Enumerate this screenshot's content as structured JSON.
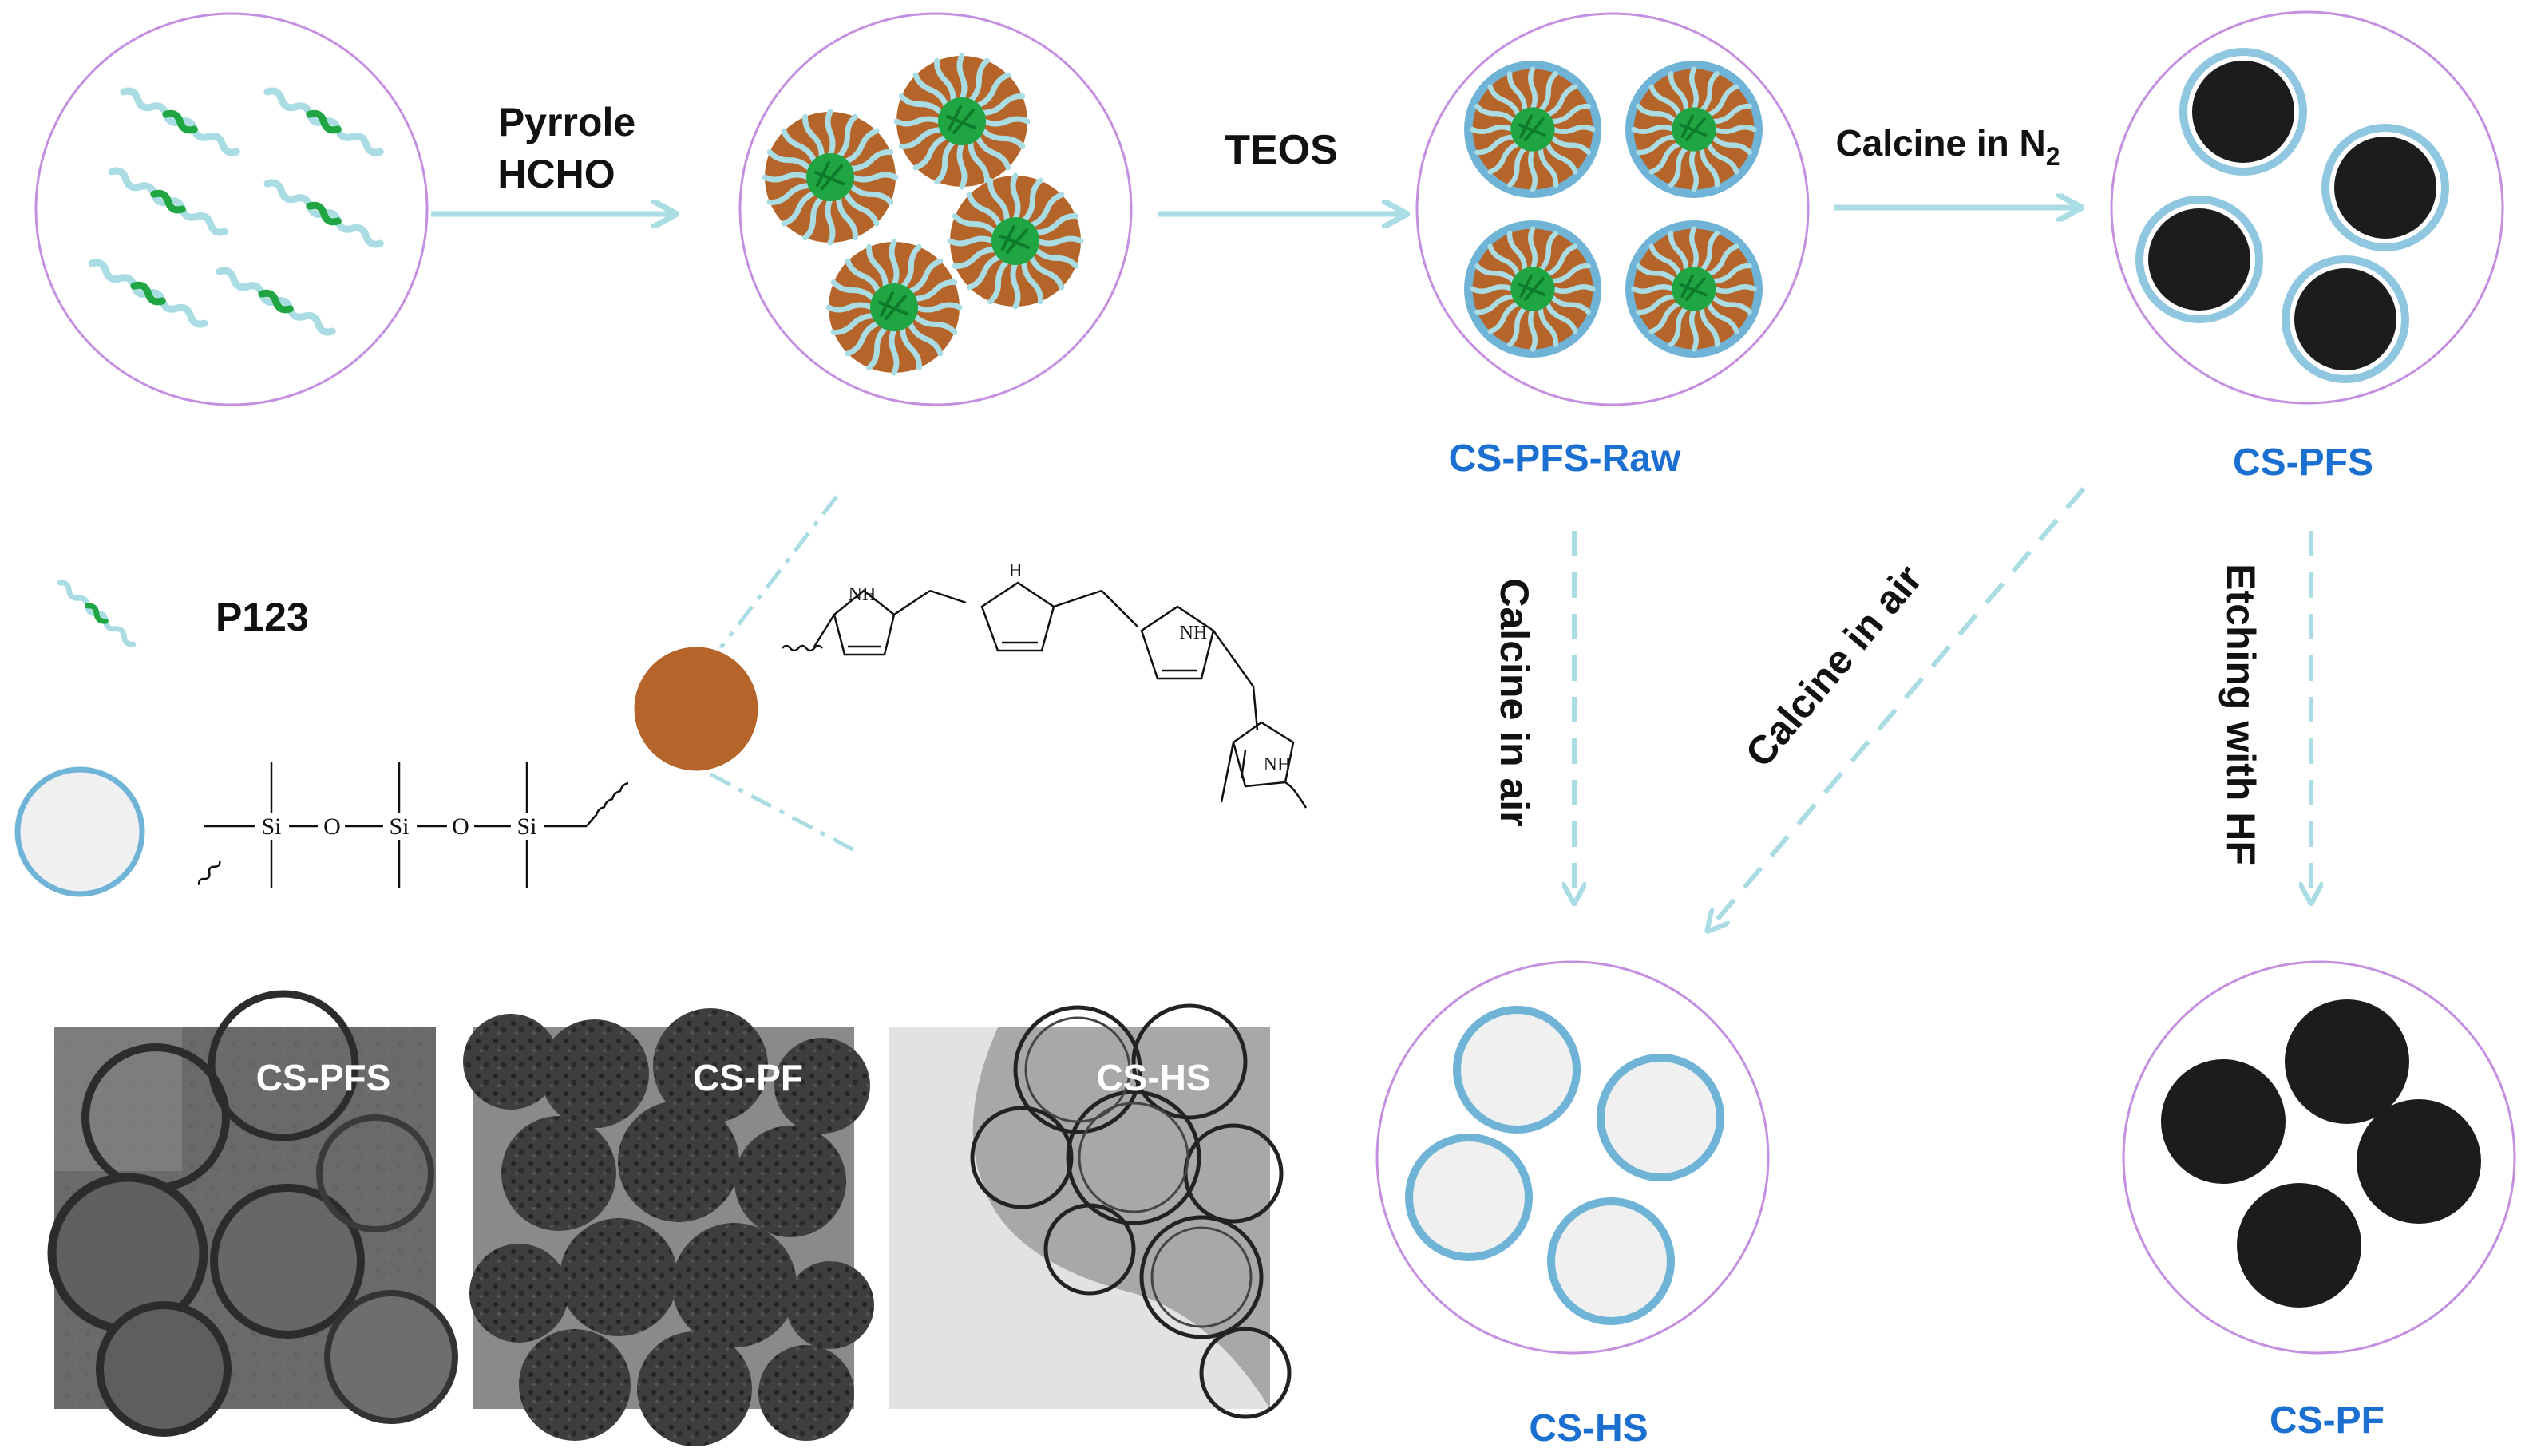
{
  "steps": {
    "step1_line1": "Pyrrole",
    "step1_line2": "HCHO",
    "step2": "TEOS",
    "step3": "Calcine in N",
    "step3_sub": "2",
    "calcine_air_vertical": "Calcine in air",
    "calcine_air_diagonal": "Calcine in air",
    "etching": "Etching with HF"
  },
  "products": {
    "raw": "CS-PFS-Raw",
    "pfs": "CS-PFS",
    "hs": "CS-HS",
    "pf": "CS-PF"
  },
  "legend": {
    "p123": "P123"
  },
  "chemistry": {
    "si": "Si",
    "o": "O",
    "nh": "NH",
    "h": "H",
    "n": "N"
  },
  "tem": [
    "CS-PFS",
    "CS-PF",
    "CS-HS"
  ],
  "colors": {
    "arrow": "#a9dde3",
    "circle_border": "#c48fe0",
    "label_blue": "#1a6fd0",
    "polymer_brown": "#b5652a",
    "template_green": "#1fa542",
    "silica_shell": "#6fb3d6",
    "carbon_black": "#1c1c1c",
    "hollow_gray": "#f0f0f0"
  }
}
